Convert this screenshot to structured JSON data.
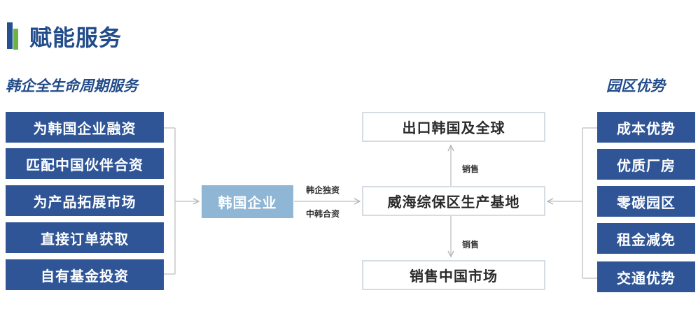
{
  "title": "赋能服务",
  "left_heading": "韩企全生命周期服务",
  "right_heading": "园区优势",
  "left_items": [
    "为韩国企业融资",
    "匹配中国伙伴合资",
    "为产品拓展市场",
    "直接订单获取",
    "自有基金投资"
  ],
  "center_node": "韩国企业",
  "center_edge_labels": [
    "韩企独资",
    "中韩合资"
  ],
  "base_node": "威海综保区生产基地",
  "top_node": "出口韩国及全球",
  "bottom_node": "销售中国市场",
  "sales_label": "销售",
  "right_items": [
    "成本优势",
    "优质厂房",
    "零碳园区",
    "租金减免",
    "交通优势"
  ],
  "colors": {
    "dark_blue": "#2f5597",
    "light_blue": "#8fb6d4",
    "title_blue": "#224c8a",
    "accent_green": "#6cb340",
    "line_gray": "#c8c8c8"
  }
}
